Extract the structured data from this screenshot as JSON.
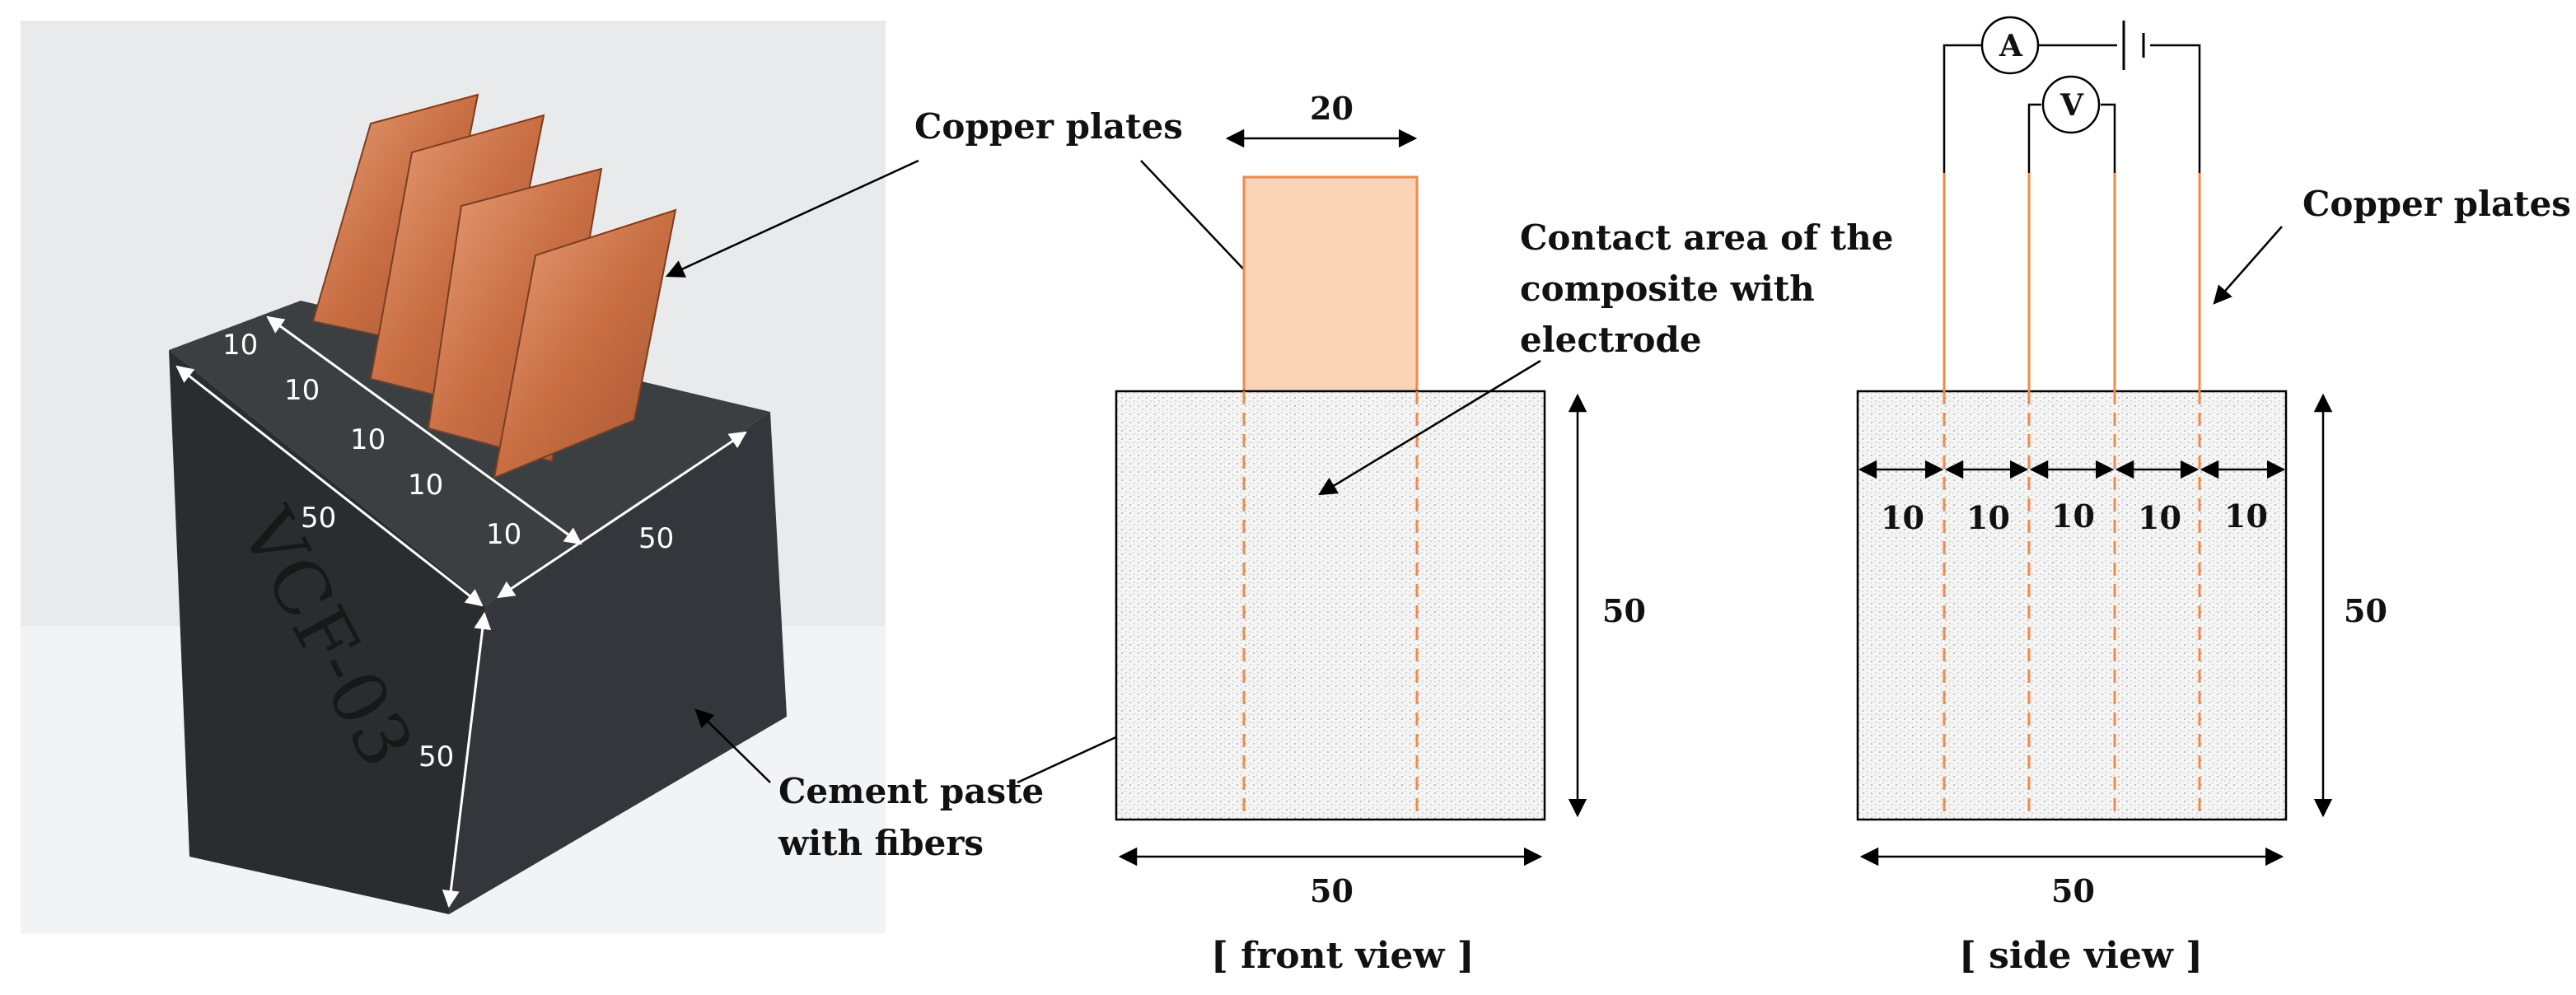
{
  "photo": {
    "dims_small": [
      "10",
      "10",
      "10",
      "10",
      "10"
    ],
    "dims_large": [
      "50",
      "50",
      "50"
    ],
    "handwriting": "VCF-03"
  },
  "labels": {
    "copper_plates_left": "Copper plates",
    "copper_plates_right": "Copper plates",
    "contact_area_lines": [
      "Contact area of the",
      "composite with",
      "electrode"
    ],
    "cement_paste_lines": [
      "Cement paste",
      "with fibers"
    ]
  },
  "front_view": {
    "caption": "[ front view ]",
    "plate_width": "20",
    "height": "50",
    "width": "50"
  },
  "side_view": {
    "caption": "[ side view ]",
    "spacings": [
      "10",
      "10",
      "10",
      "10",
      "10"
    ],
    "height": "50",
    "width": "50",
    "ammeter": "A",
    "voltmeter": "V"
  },
  "colors": {
    "copper": "#f08a4b",
    "copper_fill": "#fbd4b8",
    "block_fill": "#f3f3f3",
    "photo_bg": "#e9eaec",
    "cube": "#2e3134"
  }
}
